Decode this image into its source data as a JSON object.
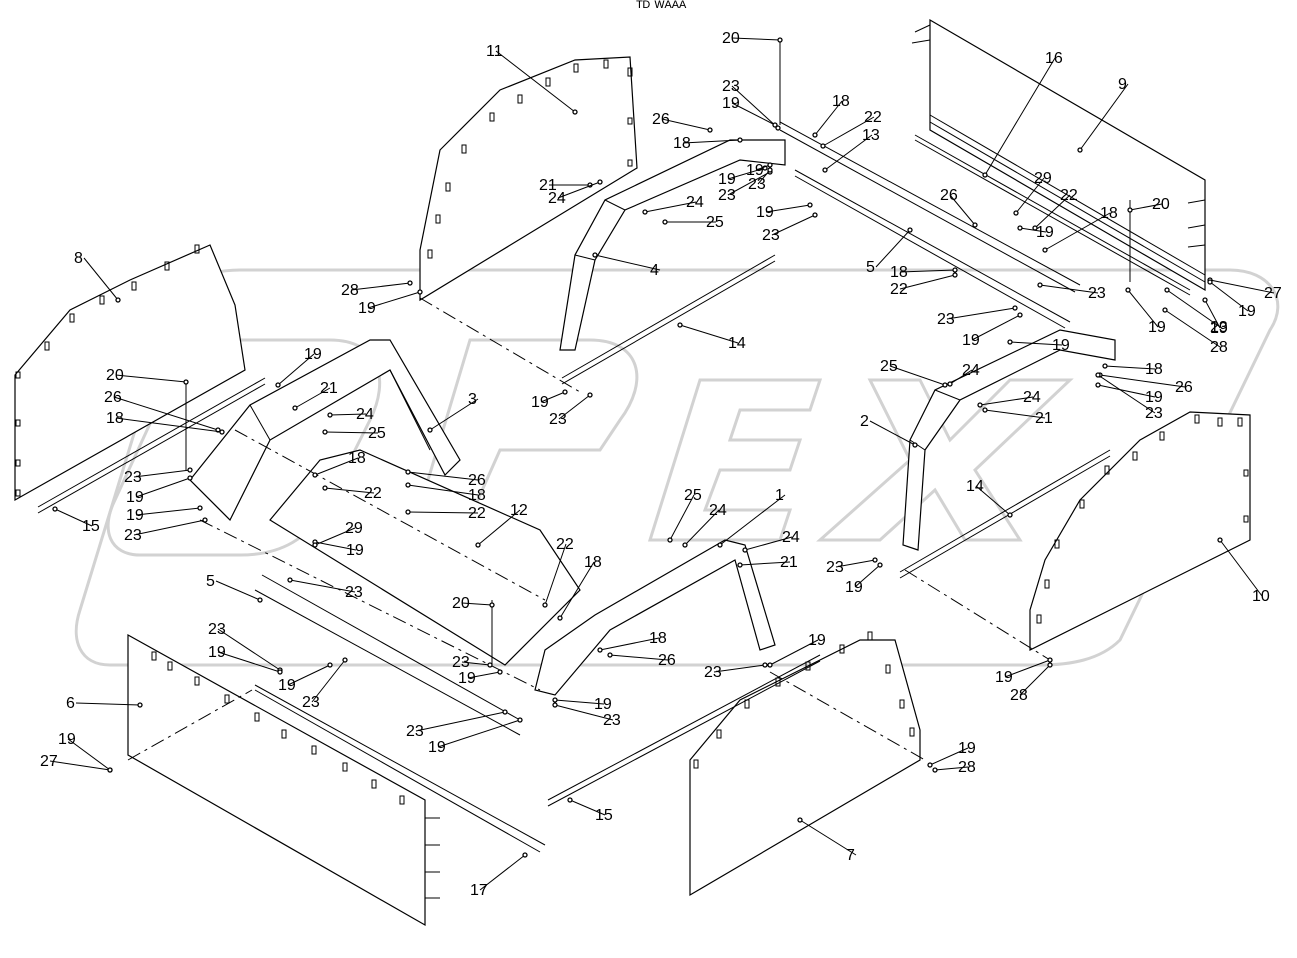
{
  "header_mark": "ᵀᴰ ᵂᴬᴬᴬ",
  "watermark": {
    "text": "OPEX",
    "color": "#d0d0d0"
  },
  "part_numbers": [
    "1",
    "2",
    "3",
    "4",
    "5",
    "6",
    "7",
    "8",
    "9",
    "10",
    "11",
    "12",
    "13",
    "14",
    "15",
    "16",
    "17",
    "18",
    "19",
    "20",
    "21",
    "22",
    "23",
    "24",
    "25",
    "26",
    "27",
    "28",
    "29"
  ],
  "callouts": [
    {
      "id": "c1",
      "text": "20"
    },
    {
      "id": "c2",
      "text": "23"
    },
    {
      "id": "c3",
      "text": "19"
    },
    {
      "id": "c4",
      "text": "16"
    },
    {
      "id": "c5",
      "text": "9"
    },
    {
      "id": "c6",
      "text": "11"
    },
    {
      "id": "c7",
      "text": "18"
    },
    {
      "id": "c8",
      "text": "26"
    },
    {
      "id": "c9",
      "text": "22"
    },
    {
      "id": "c10",
      "text": "18"
    },
    {
      "id": "c11",
      "text": "13"
    },
    {
      "id": "c12",
      "text": "19"
    },
    {
      "id": "c13",
      "text": "23"
    },
    {
      "id": "c14",
      "text": "21"
    },
    {
      "id": "c15",
      "text": "24"
    },
    {
      "id": "c16",
      "text": "24"
    },
    {
      "id": "c17",
      "text": "25"
    },
    {
      "id": "c18",
      "text": "19"
    },
    {
      "id": "c19",
      "text": "23"
    },
    {
      "id": "c20",
      "text": "26"
    },
    {
      "id": "c21",
      "text": "29"
    },
    {
      "id": "c22",
      "text": "22"
    },
    {
      "id": "c23",
      "text": "18"
    },
    {
      "id": "c24",
      "text": "20"
    },
    {
      "id": "c25",
      "text": "19"
    },
    {
      "id": "c26",
      "text": "4"
    },
    {
      "id": "c27",
      "text": "5"
    },
    {
      "id": "c28",
      "text": "18"
    },
    {
      "id": "c29",
      "text": "22"
    },
    {
      "id": "c30",
      "text": "23"
    },
    {
      "id": "c31",
      "text": "27"
    },
    {
      "id": "c32",
      "text": "8"
    },
    {
      "id": "c33",
      "text": "28"
    },
    {
      "id": "c34",
      "text": "19"
    },
    {
      "id": "c35",
      "text": "23"
    },
    {
      "id": "c36",
      "text": "19"
    },
    {
      "id": "c37",
      "text": "19"
    },
    {
      "id": "c38",
      "text": "19"
    },
    {
      "id": "c39",
      "text": "23"
    },
    {
      "id": "c40",
      "text": "28"
    },
    {
      "id": "c41",
      "text": "19"
    },
    {
      "id": "c42",
      "text": "14"
    },
    {
      "id": "c43",
      "text": "19"
    },
    {
      "id": "c44",
      "text": "20"
    },
    {
      "id": "c45",
      "text": "26"
    },
    {
      "id": "c46",
      "text": "18"
    },
    {
      "id": "c47",
      "text": "21"
    },
    {
      "id": "c48",
      "text": "24"
    },
    {
      "id": "c49",
      "text": "25"
    },
    {
      "id": "c50",
      "text": "3"
    },
    {
      "id": "c51",
      "text": "25"
    },
    {
      "id": "c52",
      "text": "24"
    },
    {
      "id": "c53",
      "text": "18"
    },
    {
      "id": "c54",
      "text": "26"
    },
    {
      "id": "c55",
      "text": "19"
    },
    {
      "id": "c56",
      "text": "23"
    },
    {
      "id": "c57",
      "text": "24"
    },
    {
      "id": "c58",
      "text": "21"
    },
    {
      "id": "c59",
      "text": "19"
    },
    {
      "id": "c60",
      "text": "23"
    },
    {
      "id": "c61",
      "text": "2"
    },
    {
      "id": "c62",
      "text": "23"
    },
    {
      "id": "c63",
      "text": "19"
    },
    {
      "id": "c64",
      "text": "18"
    },
    {
      "id": "c65",
      "text": "26"
    },
    {
      "id": "c66",
      "text": "18"
    },
    {
      "id": "c67",
      "text": "22"
    },
    {
      "id": "c68",
      "text": "22"
    },
    {
      "id": "c69",
      "text": "23"
    },
    {
      "id": "c70",
      "text": "19"
    },
    {
      "id": "c71",
      "text": "15"
    },
    {
      "id": "c72",
      "text": "19"
    },
    {
      "id": "c73",
      "text": "23"
    },
    {
      "id": "c74",
      "text": "12"
    },
    {
      "id": "c75",
      "text": "14"
    },
    {
      "id": "c76",
      "text": "29"
    },
    {
      "id": "c77",
      "text": "19"
    },
    {
      "id": "c78",
      "text": "25"
    },
    {
      "id": "c79",
      "text": "1"
    },
    {
      "id": "c80",
      "text": "24"
    },
    {
      "id": "c81",
      "text": "24"
    },
    {
      "id": "c82",
      "text": "21"
    },
    {
      "id": "c83",
      "text": "23"
    },
    {
      "id": "c84",
      "text": "19"
    },
    {
      "id": "c85",
      "text": "5"
    },
    {
      "id": "c86",
      "text": "23"
    },
    {
      "id": "c87",
      "text": "22"
    },
    {
      "id": "c88",
      "text": "18"
    },
    {
      "id": "c89",
      "text": "10"
    },
    {
      "id": "c90",
      "text": "20"
    },
    {
      "id": "c91",
      "text": "23"
    },
    {
      "id": "c92",
      "text": "19"
    },
    {
      "id": "c93",
      "text": "19"
    },
    {
      "id": "c94",
      "text": "18"
    },
    {
      "id": "c95",
      "text": "26"
    },
    {
      "id": "c96",
      "text": "19"
    },
    {
      "id": "c97",
      "text": "23"
    },
    {
      "id": "c98",
      "text": "19"
    },
    {
      "id": "c99",
      "text": "23"
    },
    {
      "id": "c100",
      "text": "23"
    },
    {
      "id": "c101",
      "text": "19"
    },
    {
      "id": "c102",
      "text": "23"
    },
    {
      "id": "c103",
      "text": "19"
    },
    {
      "id": "c104",
      "text": "19"
    },
    {
      "id": "c105",
      "text": "28"
    },
    {
      "id": "c106",
      "text": "6"
    },
    {
      "id": "c107",
      "text": "19"
    },
    {
      "id": "c108",
      "text": "27"
    },
    {
      "id": "c109",
      "text": "19"
    },
    {
      "id": "c110",
      "text": "28"
    },
    {
      "id": "c111",
      "text": "15"
    },
    {
      "id": "c112",
      "text": "7"
    },
    {
      "id": "c113",
      "text": "17"
    },
    {
      "id": "c114",
      "text": "23"
    },
    {
      "id": "c115",
      "text": "19"
    }
  ]
}
